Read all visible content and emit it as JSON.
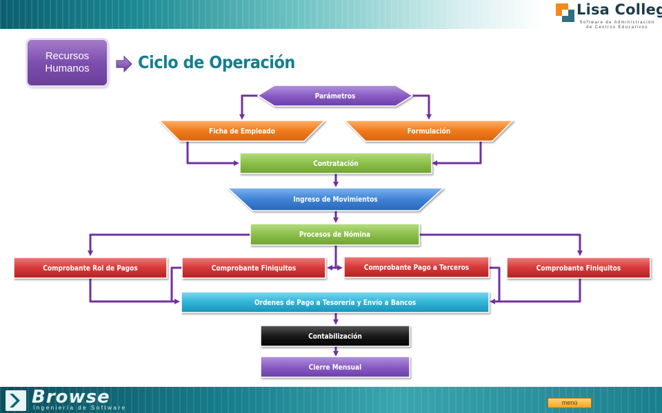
{
  "header": {
    "logo_name": "Lisa College",
    "logo_tagline_1": "Software de Administración",
    "logo_tagline_2": "de Centros Educativos"
  },
  "section": {
    "button_label": "Recursos Humanos",
    "title": "Ciclo de Operación"
  },
  "diagram": {
    "nodes": {
      "parametros": "Parámetros",
      "ficha_empleado": "Ficha de Empleado",
      "formulacion": "Formulación",
      "contratacion": "Contratación",
      "ingreso_movimientos": "Ingreso de Movimientos",
      "procesos_nomina": "Procesos de Nómina",
      "comprobante_rol_pagos": "Comprobante Rol de Pagos",
      "comprobante_finiquitos_1": "Comprobante Finiquitos",
      "comprobante_pago_terceros": "Comprobante Pago a Terceros",
      "comprobante_finiquitos_2": "Comprobante Finiquitos",
      "ordenes_pago": "Ordenes de Pago a Tesorería y Envío a Bancos",
      "contabilizacion": "Contabilización",
      "cierre_mensual": "Cierre Mensual"
    },
    "colors": {
      "connector": "#7030a0",
      "purple": "#8a5cc4",
      "orange": "#f07b1d",
      "green": "#8cc04a",
      "blue": "#3f83d6",
      "red": "#d63a3a",
      "cyan": "#2fb5d8",
      "black": "#111111"
    }
  },
  "footer": {
    "brand": "Browse",
    "tagline": "Ingeniería de Software",
    "menu_label": "menú"
  }
}
